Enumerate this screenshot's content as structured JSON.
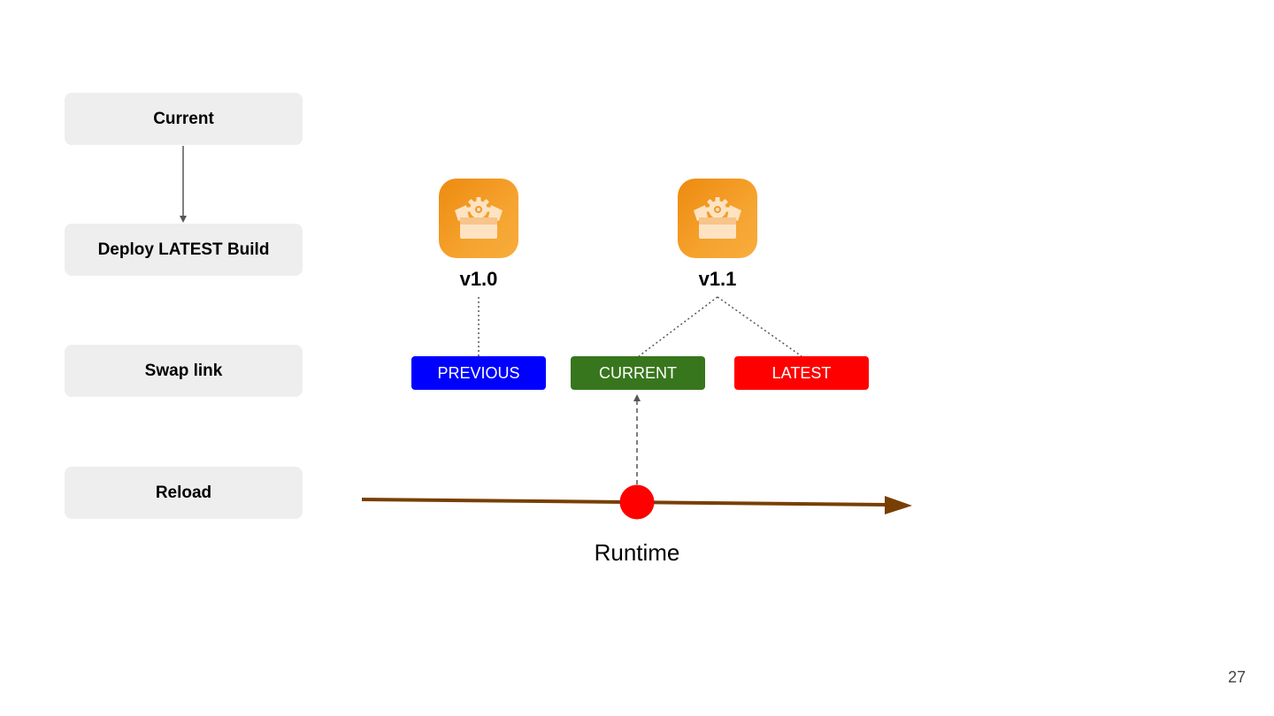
{
  "steps": [
    {
      "label": "Current",
      "active": true
    },
    {
      "label": "Deploy LATEST Build",
      "active": false
    },
    {
      "label": "Swap link",
      "active": false
    },
    {
      "label": "Reload",
      "active": false
    }
  ],
  "versions": [
    {
      "label": "v1.0",
      "icon": "package-gear-icon"
    },
    {
      "label": "v1.1",
      "icon": "package-gear-icon"
    }
  ],
  "links": [
    {
      "label": "PREVIOUS",
      "color": "#0000ff"
    },
    {
      "label": "CURRENT",
      "color": "#38761d"
    },
    {
      "label": "LATEST",
      "color": "#ff0000"
    }
  ],
  "timeline": {
    "label": "Runtime",
    "line_color": "#783f04",
    "marker_color": "#ff0000"
  },
  "page_number": "27"
}
